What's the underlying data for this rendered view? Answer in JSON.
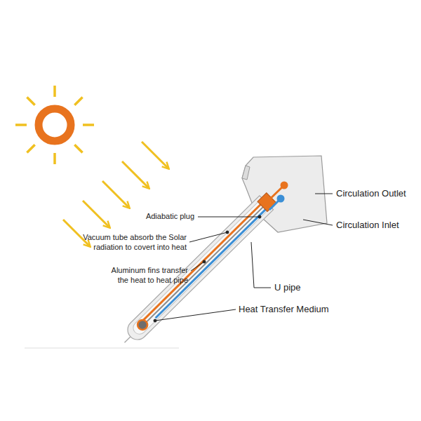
{
  "diagram": {
    "labels": [
      "Adiabatic plug",
      "Vacuum tube absorb the Solar radiation to covert into heat",
      "Aluminum fins transfer the heat to heat pipe",
      "U pipe",
      "Heat Transfer Medium",
      "Circulation Outlet",
      "Circulation Inlet"
    ]
  }
}
